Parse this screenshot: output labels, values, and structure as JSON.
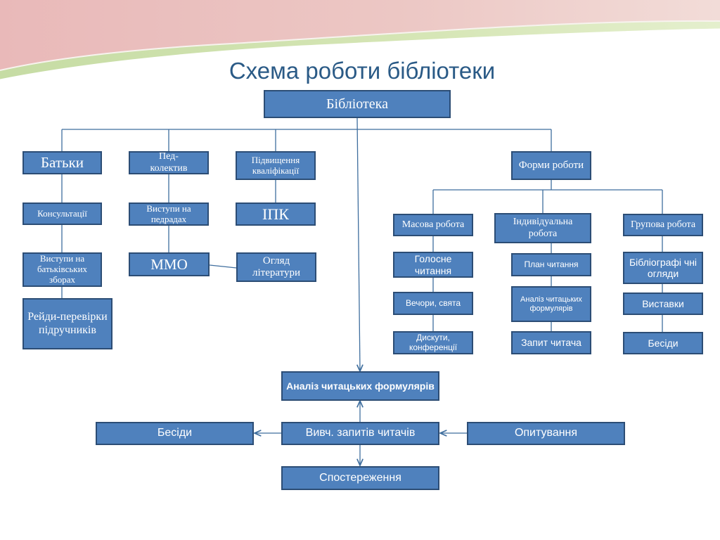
{
  "title": "Схема роботи бібліотеки",
  "nodes": {
    "library": "Бібліотека",
    "parents": "Батьки",
    "ped_team": "Пед-\nколектив",
    "qualification": "Підвищення кваліфікації",
    "work_forms": "Форми роботи",
    "consultations": "Консультації",
    "ped_speeches": "Виступи на педрадах",
    "ipk": "ІПК",
    "mass_work": "Масова робота",
    "individual_work": "Індивідуальна робота",
    "group_work": "Групова робота",
    "parent_meetings": "Виступи на батьківських зборах",
    "mmo": "ММО",
    "literature_review": "Огляд літератури",
    "loud_reading": "Голосне читання",
    "reading_plan": "План читання",
    "bibliographic_reviews": "Бібліографі чні огляди",
    "textbook_raids": "Рейди-перевірки підручників",
    "evenings": "Вечори, свята",
    "forms_analysis_small": "Аналіз читацьких формулярів",
    "exhibitions": "Виставки",
    "discussions": "Дискути, конференції",
    "reader_request": "Запит читача",
    "talks_group": "Бесіди",
    "forms_analysis_main": "Аналіз читацьких формулярів",
    "talks_main": "Бесіди",
    "study_requests": "Вивч. запитів читачів",
    "surveys": "Опитування",
    "observation": "Спостереження"
  },
  "colors": {
    "box_fill": "#4f81bd",
    "box_border": "#2c4d75",
    "connector": "#3f6e9e",
    "title": "#2a5a86"
  }
}
